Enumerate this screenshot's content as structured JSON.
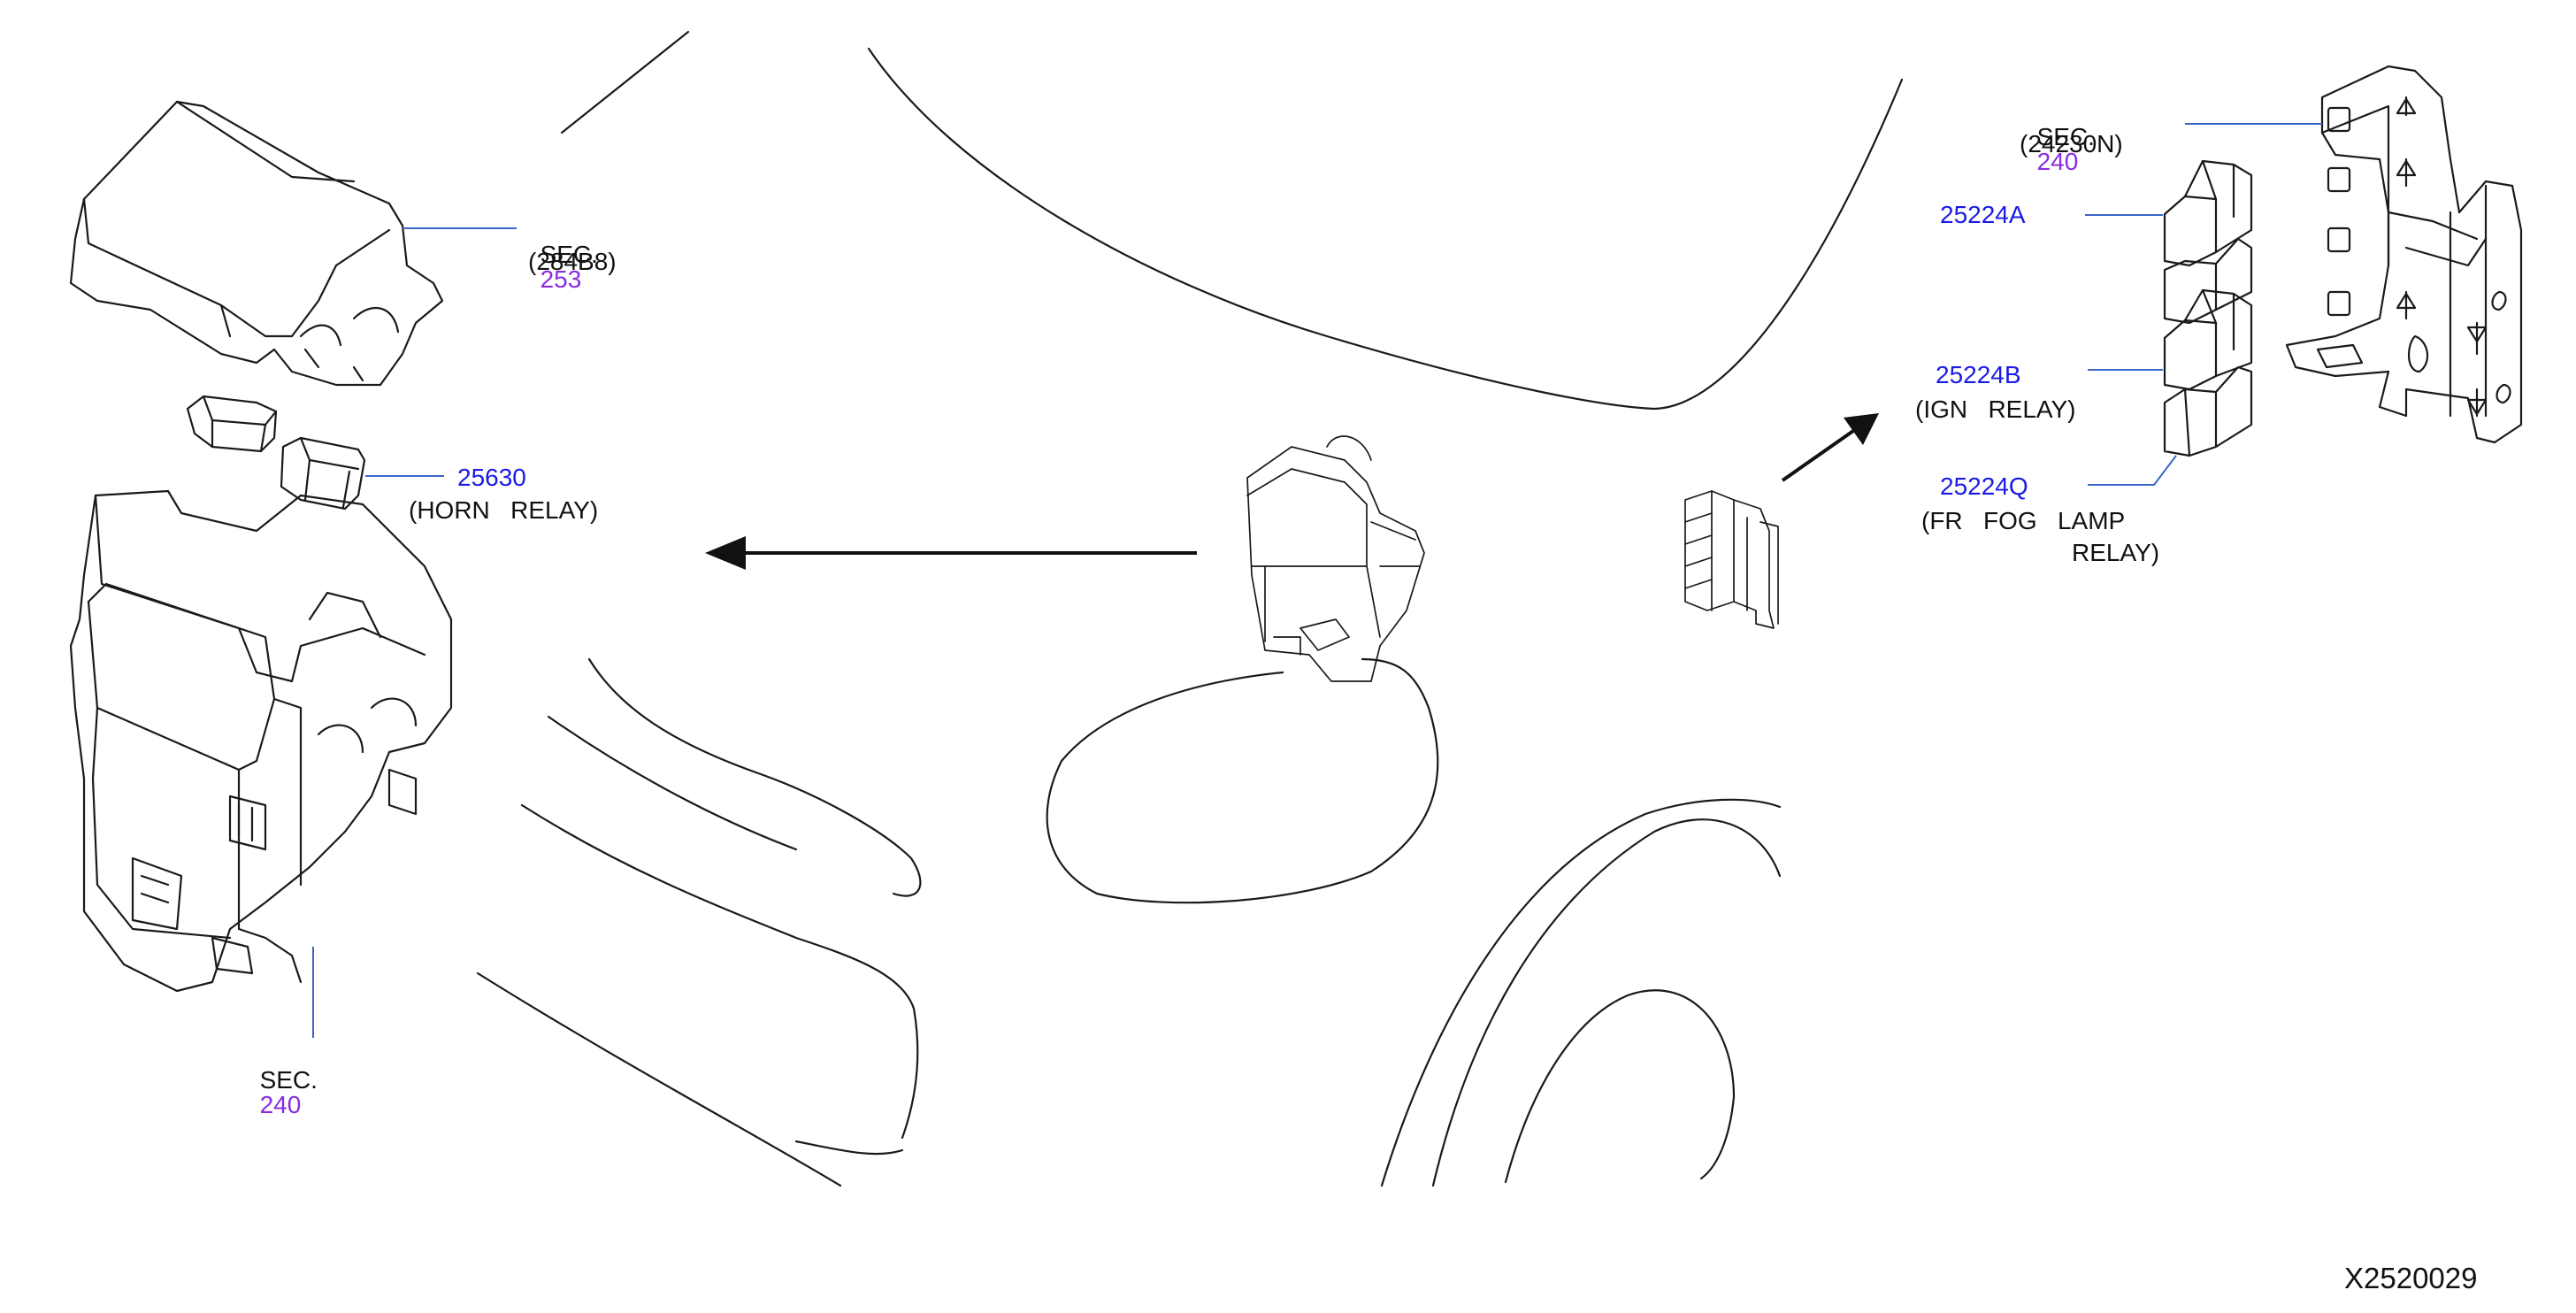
{
  "diagram_id": "X2520029",
  "colors": {
    "part_number": "#1a1ae6",
    "section_number": "#8a2be2",
    "leader_line": "#3a66c9",
    "linework": "#1a1a1a"
  },
  "labels": {
    "cover": {
      "sec_prefix": "SEC.",
      "sec_number": "253",
      "part_ref": "(284B8)"
    },
    "horn_relay": {
      "part_number": "25630",
      "name": "(HORN   RELAY)"
    },
    "fuse_box": {
      "sec_prefix": "SEC.",
      "sec_number": "240"
    },
    "bracket": {
      "sec_prefix": "SEC.",
      "sec_number": "240",
      "part_ref": "(24230N)"
    },
    "relay_a": {
      "part_number": "25224A"
    },
    "ign_relay": {
      "part_number": "25224B",
      "name": "(IGN   RELAY)"
    },
    "fog_relay": {
      "part_number": "25224Q",
      "name_line1": "(FR   FOG   LAMP",
      "name_line2": "RELAY)"
    }
  }
}
